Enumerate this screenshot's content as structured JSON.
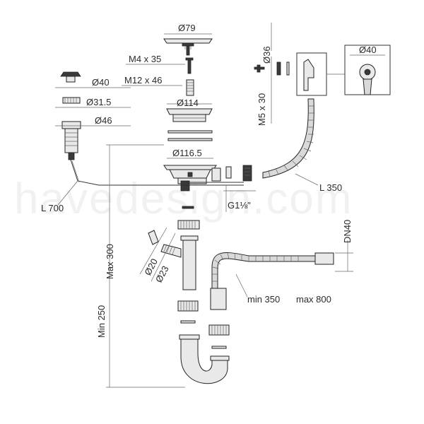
{
  "watermark": "havedesign.com",
  "labels": {
    "d79": "Ø79",
    "m4x35": "M4 x 35",
    "m12x46": "M12 x 46",
    "d114": "Ø114",
    "d1165": "Ø116.5",
    "d40_left": "Ø40",
    "d315": "Ø31.5",
    "d46": "Ø46",
    "l700": "L 700",
    "g118": "G1⅛\"",
    "d36": "Ø36",
    "m5x30": "M5 x 30",
    "d40_right": "Ø40",
    "l350": "L 350",
    "dn40": "DN40",
    "min350": "min 350",
    "max800": "max 800",
    "max300": "Max 300",
    "min250": "Min 250",
    "d20": "Ø20",
    "d23": "Ø23"
  }
}
